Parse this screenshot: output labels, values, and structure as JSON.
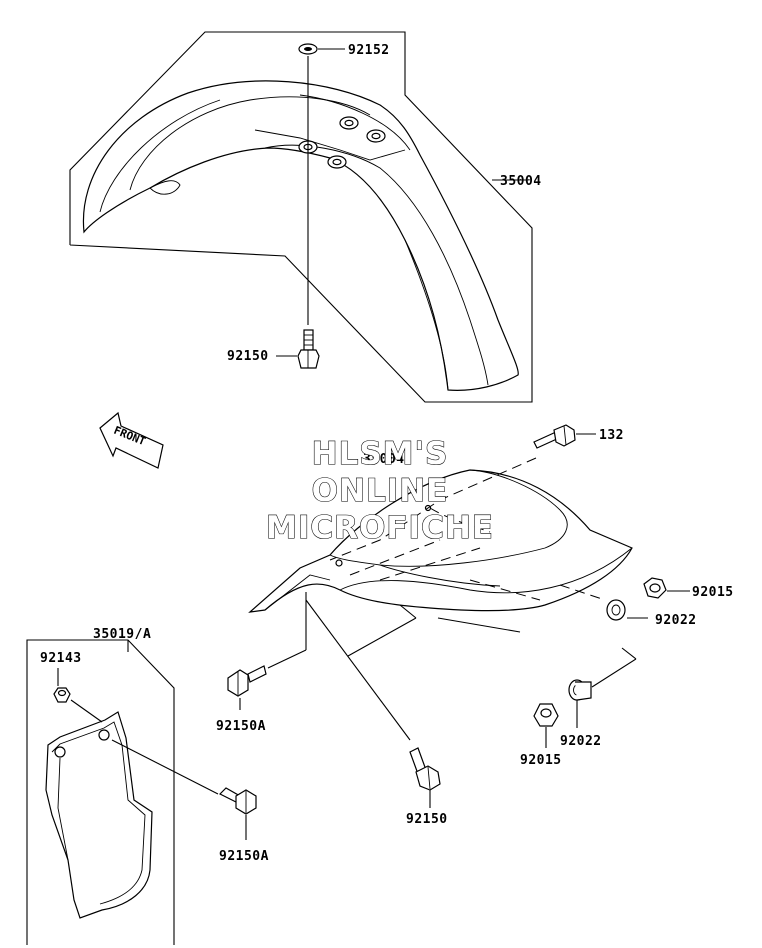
{
  "parts": {
    "p92152": "92152",
    "p35004": "35004",
    "p92150_top": "92150",
    "p132": "132",
    "p92015_right": "92015",
    "p92022_right": "92022",
    "p35019": "35019/A",
    "p92143": "92143",
    "p92150A_mid": "92150A",
    "p92015_bottom": "92015",
    "p92022_bottom": "92022",
    "p92150_bottom": "92150",
    "p92150A_bottom": "92150A"
  },
  "front_arrow": {
    "label": "FRONT"
  },
  "watermark": {
    "line1": "HLSM'S",
    "line2": "ONLINE",
    "line3": "MICROFICHE",
    "overprint": "35004"
  }
}
